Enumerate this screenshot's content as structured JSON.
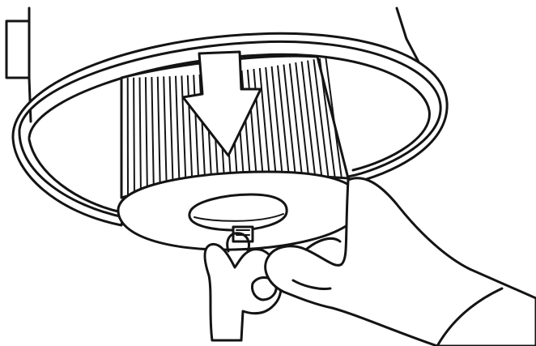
{
  "figure": {
    "kind": "instruction-illustration",
    "line_color": "#141414",
    "background_color": "#ffffff",
    "arrow_direction": "down",
    "filter_pleat_count": 34
  }
}
